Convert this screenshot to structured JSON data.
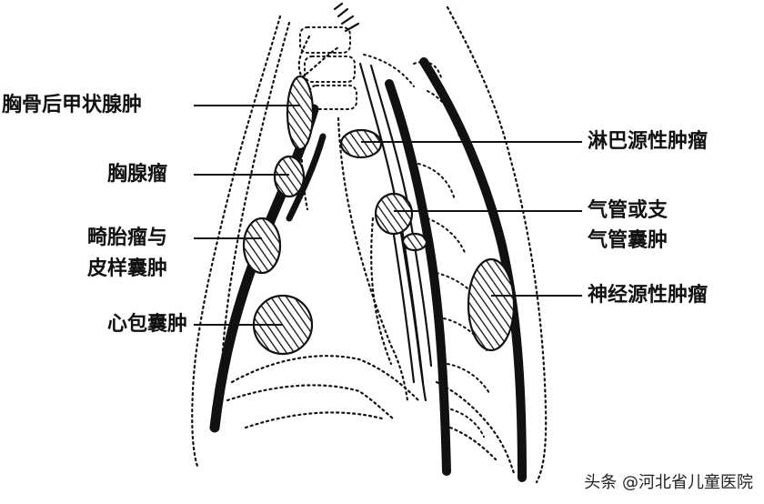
{
  "labels": {
    "substernal_thyroid": "胸骨后甲状腺肿",
    "thymoma": "胸腺瘤",
    "teratoma_line1": "畸胎瘤与",
    "teratoma_line2": "皮样囊肿",
    "pericardial_cyst": "心包囊肿",
    "lymphoma": "淋巴源性肿瘤",
    "bronchogenic_line1": "气管或支",
    "bronchogenic_line2": "气管囊肿",
    "neurogenic": "神经源性肿瘤"
  },
  "watermark": "头条 @河北省儿童医院",
  "colors": {
    "ink": "#111111",
    "background": "#ffffff"
  }
}
